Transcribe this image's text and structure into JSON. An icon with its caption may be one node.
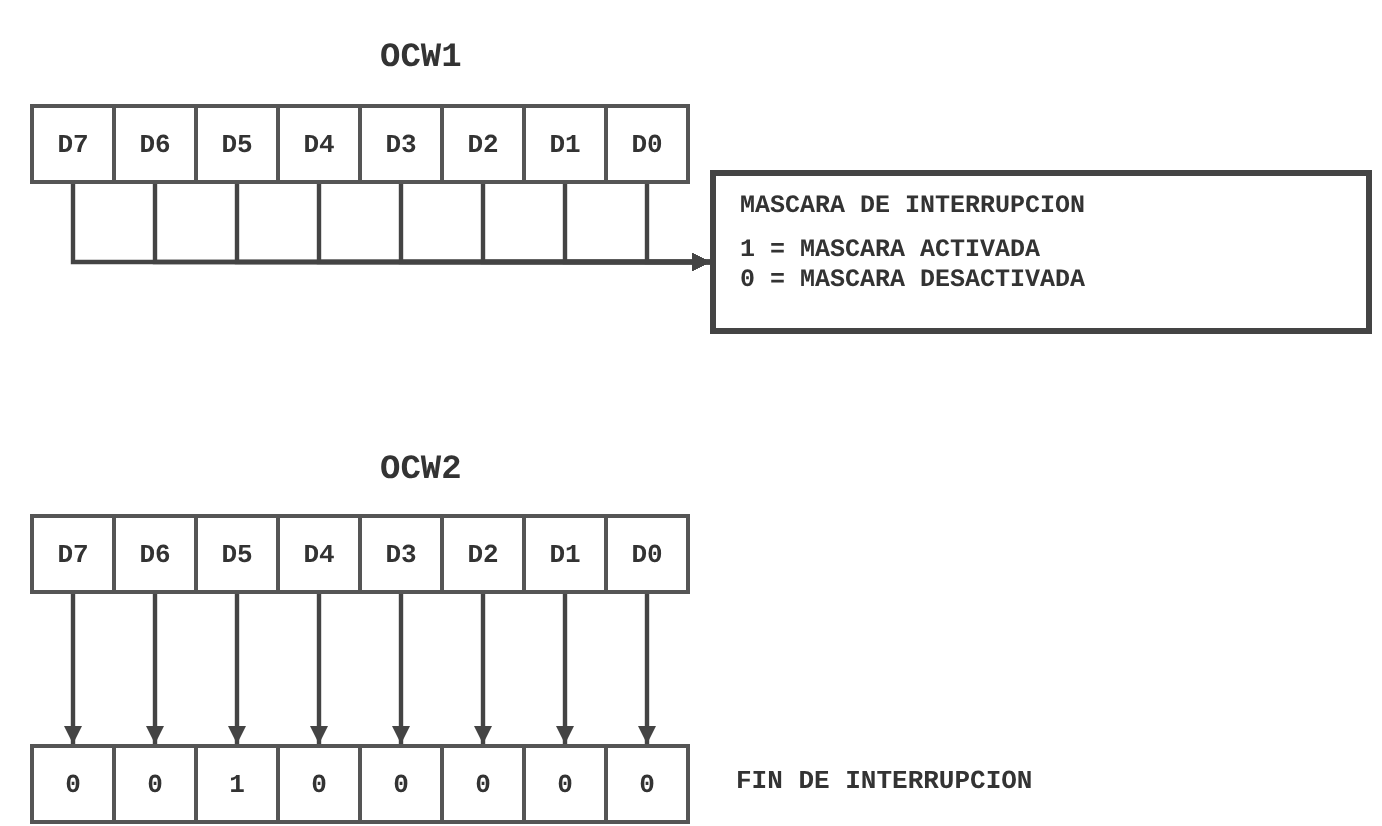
{
  "diagram": {
    "nodes": [
      {
        "text": [
          "D7"
        ]
      },
      {
        "text": [
          "D6"
        ]
      },
      {
        "text": [
          "D5"
        ]
      },
      {
        "text": [
          "D4"
        ]
      },
      {
        "text": [
          "D3"
        ]
      },
      {
        "text": [
          "D2"
        ]
      },
      {
        "text": [
          "D1"
        ]
      },
      {
        "text": [
          "D0"
        ]
      },
      {
        "text": [
          "MASCARA DE INTERRUPCION",
          "1 = MASCARA ACTIVADA",
          "0 = MASCARA DESACTIVADA"
        ]
      },
      {
        "text": [
          "D7"
        ]
      },
      {
        "text": [
          "D6"
        ]
      },
      {
        "text": [
          "D5"
        ]
      },
      {
        "text": [
          "D4"
        ]
      },
      {
        "text": [
          "D3"
        ]
      },
      {
        "text": [
          "D2"
        ]
      },
      {
        "text": [
          "D1"
        ]
      },
      {
        "text": [
          "D0"
        ]
      },
      {
        "text": [
          "0"
        ]
      },
      {
        "text": [
          "0"
        ]
      },
      {
        "text": [
          "1"
        ]
      },
      {
        "text": [
          "0"
        ]
      },
      {
        "text": [
          "0"
        ]
      },
      {
        "text": [
          "0"
        ]
      },
      {
        "text": [
          "0"
        ]
      },
      {
        "text": [
          "0"
        ]
      }
    ],
    "edges": [
      {
        "from": 0,
        "to": 8,
        "arrow": "to"
      },
      {
        "from": 1,
        "to": 8,
        "arrow": "to"
      },
      {
        "from": 2,
        "to": 8,
        "arrow": "to"
      },
      {
        "from": 3,
        "to": 8,
        "arrow": "to"
      },
      {
        "from": 4,
        "to": 8,
        "arrow": "to"
      },
      {
        "from": 5,
        "to": 8,
        "arrow": "to"
      },
      {
        "from": 6,
        "to": 8,
        "arrow": "to"
      },
      {
        "from": 7,
        "to": 8,
        "arrow": "to"
      },
      {
        "from": 9,
        "to": 17,
        "arrow": "to"
      },
      {
        "from": 10,
        "to": 18,
        "arrow": "to"
      },
      {
        "from": 11,
        "to": 19,
        "arrow": "to"
      },
      {
        "from": 12,
        "to": 20,
        "arrow": "to"
      },
      {
        "from": 13,
        "to": 21,
        "arrow": "to"
      },
      {
        "from": 14,
        "to": 22,
        "arrow": "to"
      },
      {
        "from": 15,
        "to": 23,
        "arrow": "to"
      },
      {
        "from": 16,
        "to": 24,
        "arrow": "to"
      }
    ],
    "labels": [
      "OCW1",
      "OCW2",
      "FIN DE INTERRUPCION"
    ]
  }
}
